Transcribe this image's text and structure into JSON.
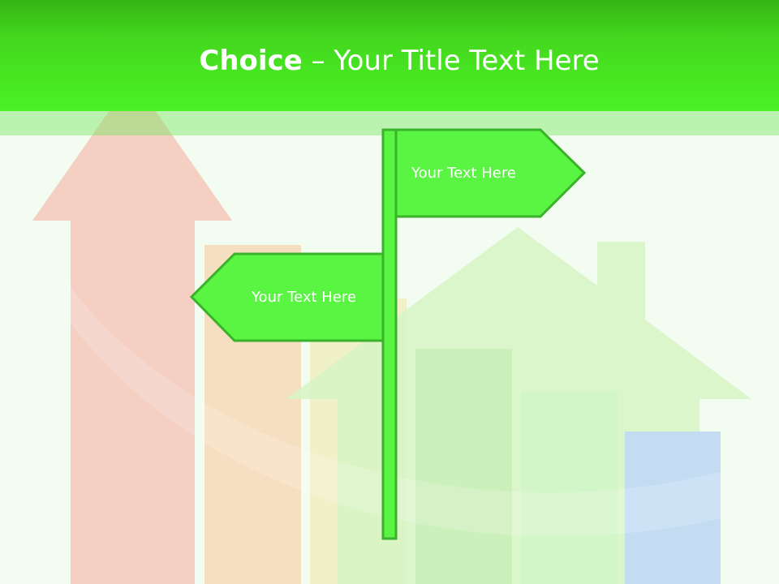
{
  "slide": {
    "title_strong": "Choice",
    "title_rest": " – Your Title Text Here",
    "sign_right_text": "Your Text Here",
    "sign_left_text": "Your Text Here"
  },
  "colors": {
    "header_green": "#4bf225",
    "sign_fill": "#5af542",
    "sign_stroke": "#3ab22a",
    "arrow": "#f5cfc2",
    "bar_orange": "#f6dfc0",
    "bar_yellow": "#f1f1c8",
    "house": "#d7f5c4",
    "bar_green": "#cdf0c0",
    "bar_blue": "#c3dcf2"
  }
}
